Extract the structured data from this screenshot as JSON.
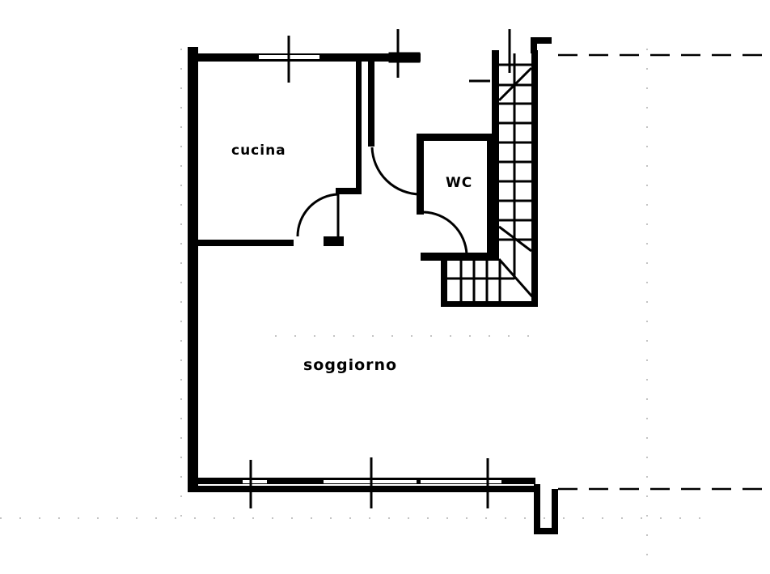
{
  "plan": {
    "rooms": [
      {
        "id": "kitchen",
        "label": "cucina"
      },
      {
        "id": "bathroom",
        "label": "WC"
      },
      {
        "id": "living",
        "label": "soggiorno"
      }
    ],
    "colors": {
      "wall": "#000000",
      "background": "#ffffff"
    }
  }
}
